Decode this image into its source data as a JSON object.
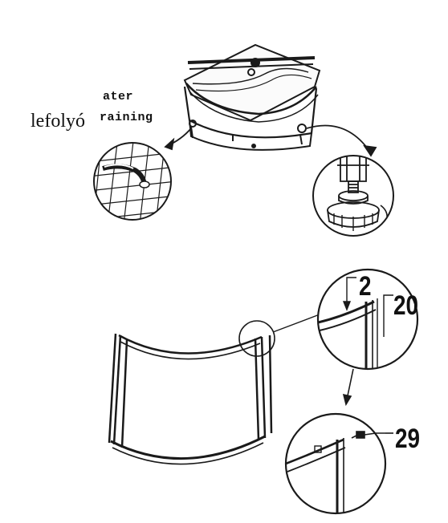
{
  "labels": {
    "drain": "lefolyó",
    "water_line1": "ater",
    "water_line2": "raining"
  },
  "part_numbers": {
    "seal_strip": "2",
    "frame_profile": "20",
    "screw": "29"
  },
  "colors": {
    "line": "#1a1a1a",
    "background": "#ffffff"
  }
}
